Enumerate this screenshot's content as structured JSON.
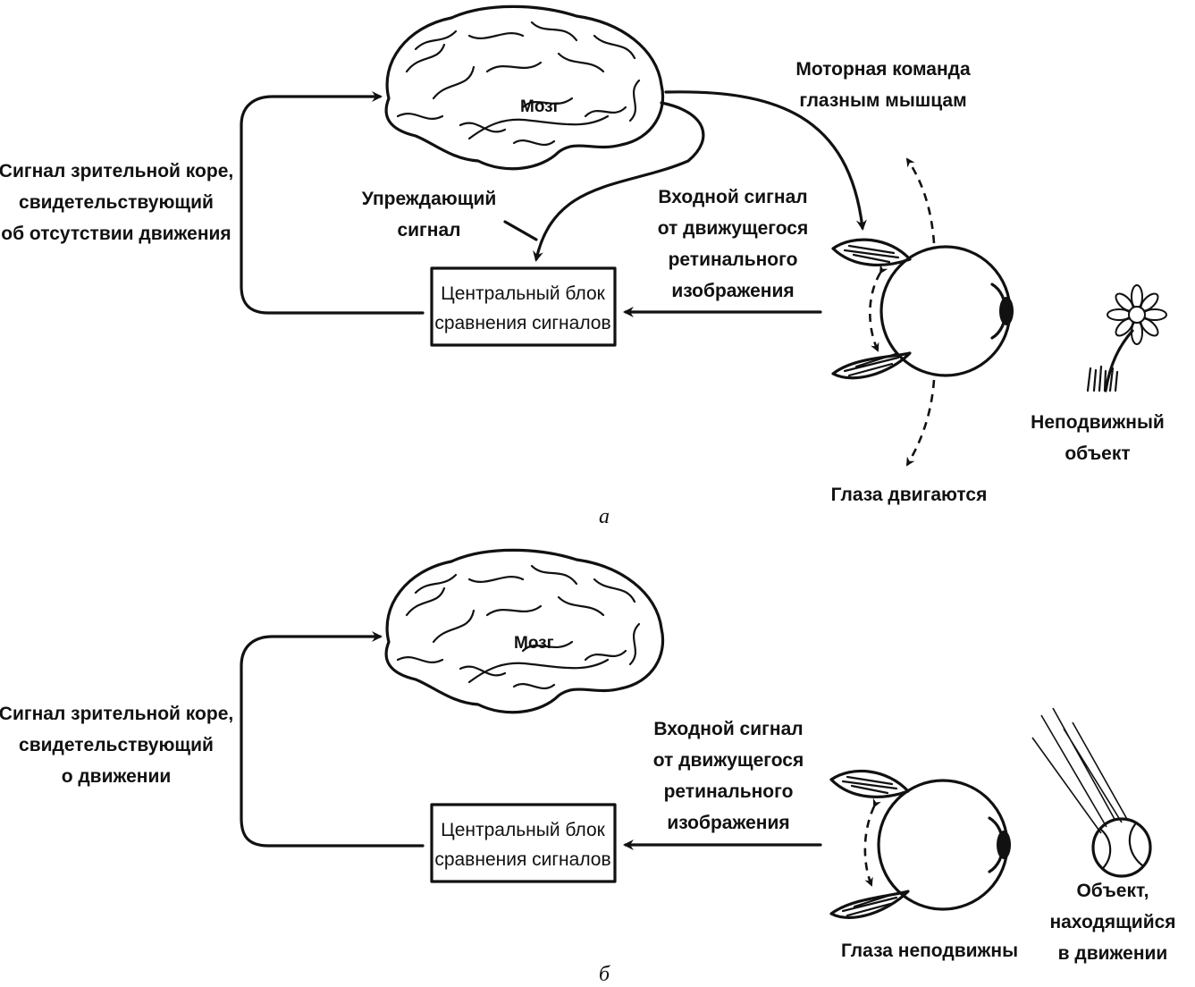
{
  "panel_a": {
    "brain_label": "Мозг",
    "motor_command": [
      "Моторная команда",
      "глазным мышцам"
    ],
    "efference_signal": [
      "Упреждающий",
      "сигнал"
    ],
    "input_signal": [
      "Входной сигнал",
      "от движущегося",
      "ретинального",
      "изображения"
    ],
    "comparator": [
      "Центральный блок",
      "сравнения сигналов"
    ],
    "cortex_signal": [
      "Сигнал зрительной коре,",
      "свидетельствующий",
      "об отсутствии движения"
    ],
    "eyes_state": "Глаза двигаются",
    "object": [
      "Неподвижный",
      "объект"
    ],
    "panel_label": "а"
  },
  "panel_b": {
    "brain_label": "Мозг",
    "input_signal": [
      "Входной сигнал",
      "от движущегося",
      "ретинального",
      "изображения"
    ],
    "comparator": [
      "Центральный блок",
      "сравнения сигналов"
    ],
    "cortex_signal": [
      "Сигнал зрительной коре,",
      "свидетельствующий",
      "о движении"
    ],
    "eyes_state": "Глаза неподвижны",
    "object": [
      "Объект,",
      "находящийся",
      "в движении"
    ],
    "panel_label": "б"
  },
  "icons": {
    "brain": "brain-icon",
    "eye": "eye-icon",
    "eye_muscle": "eye-muscle-icon",
    "flower": "flower-icon",
    "ball": "ball-icon"
  }
}
